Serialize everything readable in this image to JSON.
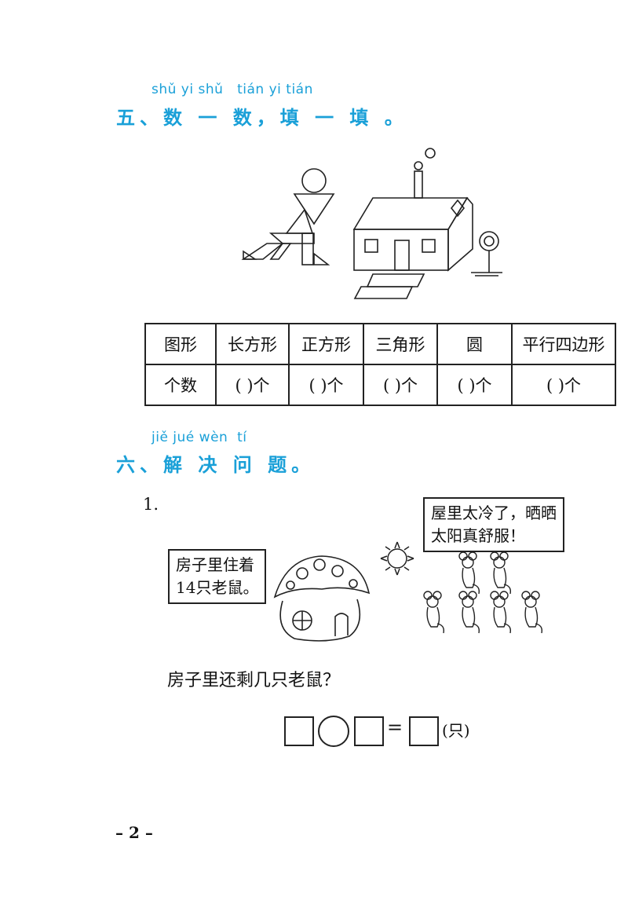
{
  "section5": {
    "pinyin": "shǔ yi shǔ   tián yi tián",
    "title": "五、数 一 数，填 一 填 。"
  },
  "table": {
    "header": [
      "图形",
      "长方形",
      "正方形",
      "三角形",
      "圆",
      "平行四边形"
    ],
    "row": [
      "个数",
      "(    )个",
      "(    )个",
      "(    )个",
      "(    )个",
      "(    )个"
    ]
  },
  "section6": {
    "pinyin": "jiě jué wèn  tí",
    "title": "六、解 决 问 题。"
  },
  "problem1": {
    "number": "1.",
    "bubble_left": "房子里住着\n14只老鼠。",
    "bubble_right": "屋里太冷了，晒晒\n太阳真舒服！",
    "question": "房子里还剩几只老鼠？",
    "equals": "=",
    "unit": "(只)"
  },
  "footer": {
    "page_number": "– 2 –"
  }
}
